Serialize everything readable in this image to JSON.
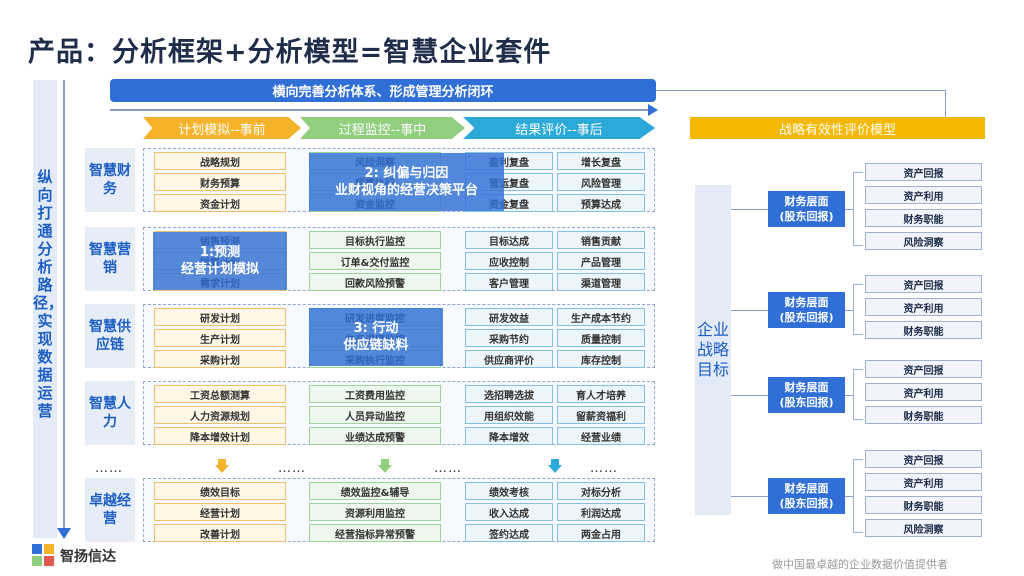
{
  "title": "产品：分析框架+分析模型=智慧企业套件",
  "banner": "横向完善分析体系、形成管理分析闭环",
  "left_axis": "纵向打通分析路径，实现数据运营",
  "phases": [
    "计划模拟--事前",
    "过程监控--事中",
    "结果评价--事后"
  ],
  "right_header": "战略有效性评价模型",
  "rows": [
    {
      "label": "智慧财务",
      "plan": [
        "战略规划",
        "财务预算",
        "资金计划"
      ],
      "monitor": [
        "风险洞察",
        "预算执行",
        "资金监控"
      ],
      "eval": [
        [
          "盈利复盘",
          "增长复盘"
        ],
        [
          "营运复盘",
          "风险管理"
        ],
        [
          "资金复盘",
          "预算达成"
        ]
      ]
    },
    {
      "label": "智慧营销",
      "plan": [
        "销售预测",
        "销售计划",
        "需求计划"
      ],
      "monitor": [
        "目标执行监控",
        "订单&交付监控",
        "回款风险预警"
      ],
      "eval": [
        [
          "目标达成",
          "销售贡献"
        ],
        [
          "应收控制",
          "产品管理"
        ],
        [
          "客户管理",
          "渠道管理"
        ]
      ]
    },
    {
      "label": "智慧供应链",
      "plan": [
        "研发计划",
        "生产计划",
        "采购计划"
      ],
      "monitor": [
        "研发进度监控",
        "生产进度监控",
        "采购执行监控"
      ],
      "eval": [
        [
          "研发效益",
          "生产成本节约"
        ],
        [
          "采购节约",
          "质量控制"
        ],
        [
          "供应商评价",
          "库存控制"
        ]
      ]
    },
    {
      "label": "智慧人力",
      "plan": [
        "工资总额测算",
        "人力资源规划",
        "降本增效计划"
      ],
      "monitor": [
        "工资费用监控",
        "人员异动监控",
        "业绩达成预警"
      ],
      "eval": [
        [
          "选招聘选拔",
          "育人才培养"
        ],
        [
          "用组织效能",
          "留薪资福利"
        ],
        [
          "降本增效",
          "经营业绩"
        ]
      ]
    },
    {
      "label": "卓越经营",
      "plan": [
        "绩效目标",
        "经营计划",
        "改善计划"
      ],
      "monitor": [
        "绩效监控&辅导",
        "资源利用监控",
        "经营指标异常预警"
      ],
      "eval": [
        [
          "绩效考核",
          "对标分析"
        ],
        [
          "收入达成",
          "利润达成"
        ],
        [
          "签约达成",
          "两金占用"
        ]
      ]
    }
  ],
  "overlays": [
    "2: 纠偏与归因\n业财视角的经营决策平台",
    "1:预测\n经营计划模拟",
    "3: 行动\n供应链缺料"
  ],
  "dots": "……",
  "goal": "企业战略目标",
  "fin_groups": [
    {
      "label": "财务层面\n(股东回报)",
      "items": [
        "资产回报",
        "资产利用",
        "财务职能",
        "风险洞察"
      ]
    },
    {
      "label": "财务层面\n(股东回报)",
      "items": [
        "资产回报",
        "资产利用",
        "财务职能"
      ]
    },
    {
      "label": "财务层面\n(股东回报)",
      "items": [
        "资产回报",
        "资产利用",
        "财务职能"
      ]
    },
    {
      "label": "财务层面\n(股东回报)",
      "items": [
        "资产回报",
        "资产利用",
        "财务职能",
        "风险洞察"
      ]
    }
  ],
  "logo_text": "智扬信达",
  "footer": "做中国最卓越的企业数据价值提供者",
  "colors": {
    "primary": "#2f6fd6",
    "phase1": "#f5b32a",
    "phase2": "#8fcf7d",
    "phase3": "#2ba9d8",
    "right_header": "#f5b800"
  }
}
